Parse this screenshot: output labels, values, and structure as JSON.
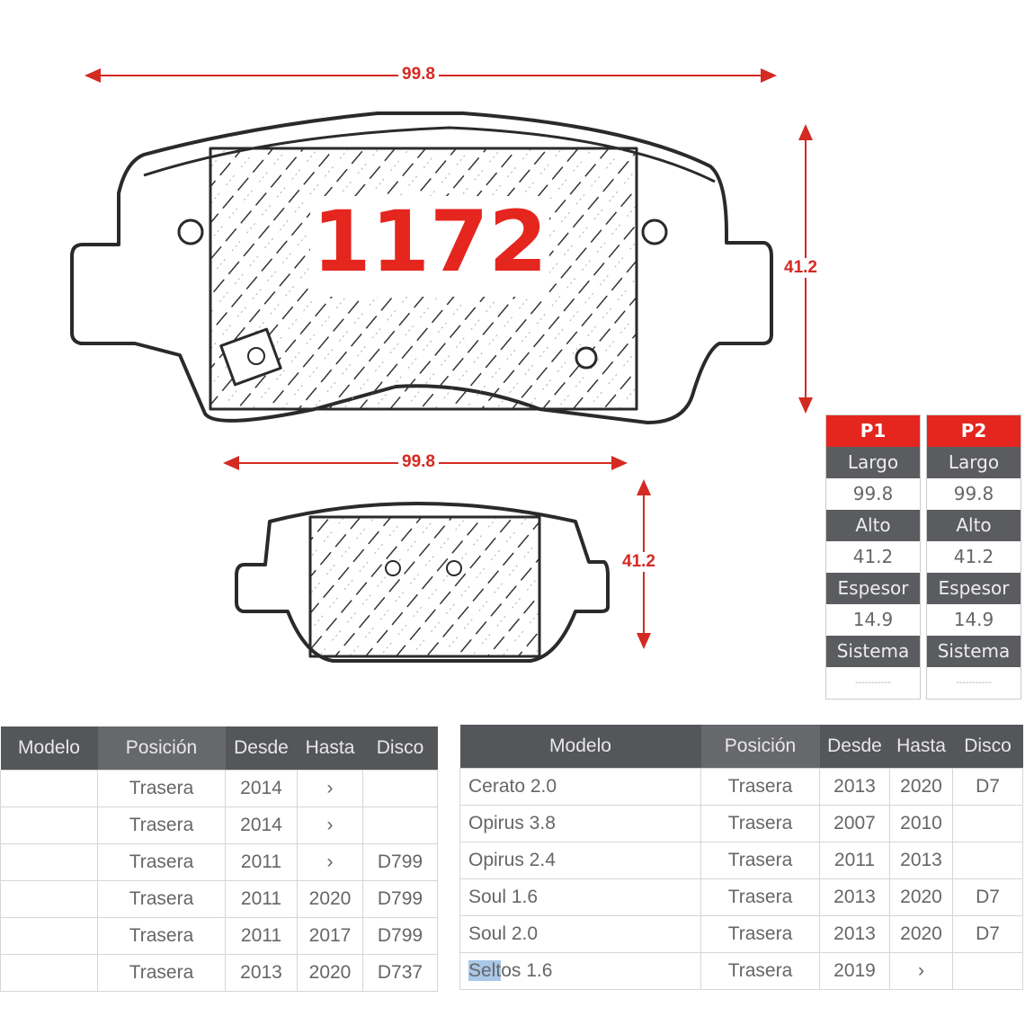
{
  "part_number": "1172",
  "colors": {
    "accent_red": "#e4261f",
    "header_gray": "#55565a"
  },
  "drawing_top": {
    "width_label": "99.8",
    "height_label": "41.2"
  },
  "drawing_bottom": {
    "width_label": "99.8",
    "height_label": "41.2"
  },
  "spec_cards": [
    {
      "title": "P1",
      "rows": [
        {
          "label": "Largo",
          "value": "99.8"
        },
        {
          "label": "Alto",
          "value": "41.2"
        },
        {
          "label": "Espesor",
          "value": "14.9"
        },
        {
          "label": "Sistema",
          "value": "-----------"
        }
      ]
    },
    {
      "title": "P2",
      "rows": [
        {
          "label": "Largo",
          "value": "99.8"
        },
        {
          "label": "Alto",
          "value": "41.2"
        },
        {
          "label": "Espesor",
          "value": "14.9"
        },
        {
          "label": "Sistema",
          "value": "-----------"
        }
      ]
    }
  ],
  "table_left": {
    "headers": [
      "Modelo",
      "Posición",
      "Desde",
      "Hasta",
      "Disco"
    ],
    "rows": [
      [
        "",
        "Trasera",
        "2014",
        "›",
        ""
      ],
      [
        "",
        "Trasera",
        "2014",
        "›",
        ""
      ],
      [
        "",
        "Trasera",
        "2011",
        "›",
        "D799"
      ],
      [
        "",
        "Trasera",
        "2011",
        "2020",
        "D799"
      ],
      [
        "",
        "Trasera",
        "2011",
        "2017",
        "D799"
      ],
      [
        "",
        "Trasera",
        "2013",
        "2020",
        "D737"
      ]
    ]
  },
  "table_right": {
    "headers": [
      "Modelo",
      "Posición",
      "Desde",
      "Hasta",
      "Disco"
    ],
    "rows": [
      [
        "Cerato 2.0",
        "Trasera",
        "2013",
        "2020",
        "D7"
      ],
      [
        "Opirus 3.8",
        "Trasera",
        "2007",
        "2010",
        ""
      ],
      [
        "Opirus 2.4",
        "Trasera",
        "2011",
        "2013",
        ""
      ],
      [
        "Soul 1.6",
        "Trasera",
        "2013",
        "2020",
        "D7"
      ],
      [
        "Soul 2.0",
        "Trasera",
        "2013",
        "2020",
        "D7"
      ],
      [
        "Seltos 1.6",
        "Trasera",
        "2019",
        "›",
        ""
      ]
    ],
    "highlighted_text": "Selt"
  }
}
